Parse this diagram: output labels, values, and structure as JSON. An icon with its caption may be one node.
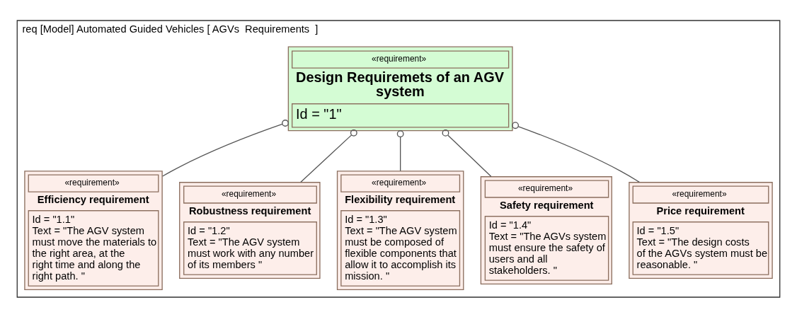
{
  "diagram": {
    "nodes": [
      {
        "text": [
          "req [Model] Automated Guided Vehicles [ AGVs  Requirements  ]"
        ]
      },
      {
        "text": [
          "«requirement»",
          "Design Requiremets of an AGV system",
          "Id = \"1\""
        ],
        "in": 0
      },
      {
        "text": [
          "«requirement»",
          "Efficiency requirement",
          "Id = \"1.1\"",
          "Text = \"The AGV system must move the materials to the right area, at the right time and along the right path. \""
        ],
        "in": 0
      },
      {
        "text": [
          "«requirement»",
          "Robustness requirement",
          "Id = \"1.2\"",
          "Text = \"The AGV system must work with any number of its members \""
        ],
        "in": 0
      },
      {
        "text": [
          "«requirement»",
          "Flexibility requirement",
          "Id = \"1.3\"",
          "Text = \"The AGV system must be composed of flexible components that allow it to accomplish its mission. \""
        ],
        "in": 0
      },
      {
        "text": [
          "«requirement»",
          "Safety requirement",
          "Id = \"1.4\"",
          "Text = \"The AGVs system must ensure the safety of users and all stakeholders. \""
        ],
        "in": 0
      },
      {
        "text": [
          "«requirement»",
          "Price requirement",
          "Id = \"1.5\"",
          "Text = \"The design costs of the AGVs system must be reasonable. \""
        ],
        "in": 0
      }
    ],
    "edges": [
      {
        "from": 1,
        "to": 2,
        "arrow": "other"
      },
      {
        "from": 1,
        "to": 3,
        "arrow": "other"
      },
      {
        "from": 1,
        "to": 4,
        "arrow": "other"
      },
      {
        "from": 1,
        "to": 5,
        "arrow": "other"
      },
      {
        "from": 1,
        "to": 6,
        "arrow": "other"
      }
    ]
  }
}
